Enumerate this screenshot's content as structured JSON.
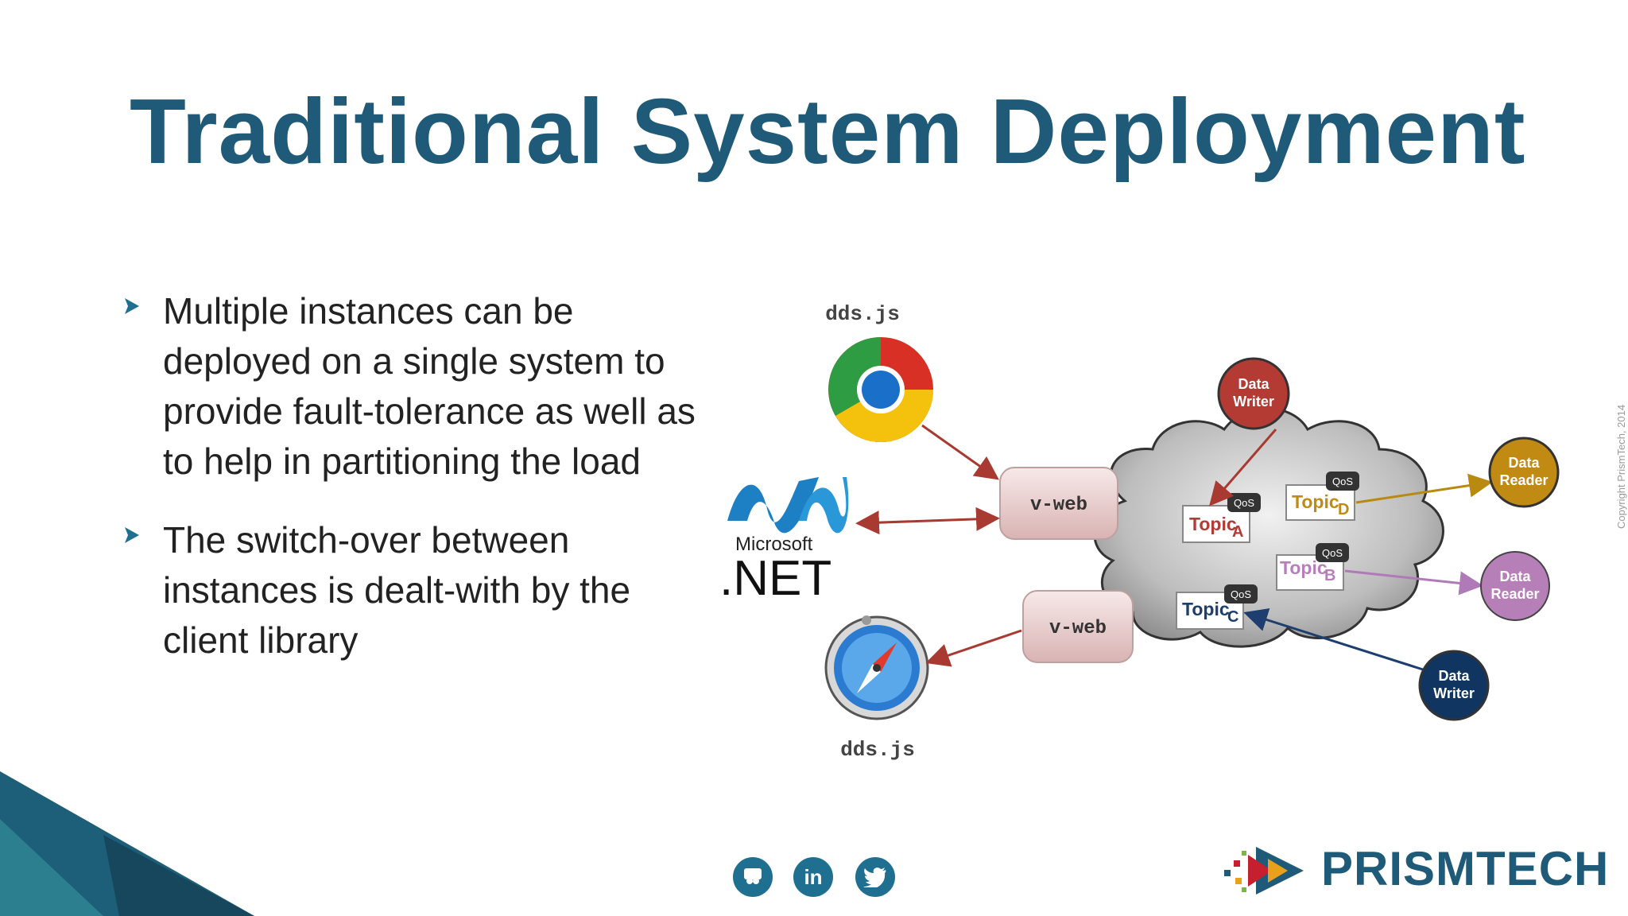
{
  "slide": {
    "title": "Traditional System Deployment",
    "copyright": "Copyright PrismTech, 2014"
  },
  "bullets": [
    {
      "text": "Multiple instances can be deployed on a single system to provide fault-tolerance as well as to help in partitioning the load"
    },
    {
      "text": "The switch-over between instances is dealt-with  by the client library"
    }
  ],
  "diagram": {
    "dds_top": "dds.js",
    "dds_bottom": "dds.js",
    "microsoft": "Microsoft",
    "net": ".NET",
    "vweb_top": "v-web",
    "vweb_bottom": "v-web",
    "writer_top": [
      "Data",
      "Writer"
    ],
    "writer_bottom": [
      "Data",
      "Writer"
    ],
    "reader_top": [
      "Data",
      "Reader"
    ],
    "reader_mid": [
      "Data",
      "Reader"
    ],
    "qos": "QoS",
    "topic": "Topic",
    "topic_a": "A",
    "topic_b": "B",
    "topic_c": "C",
    "topic_d": "D"
  },
  "footer": {
    "brand": "PRISMTECH",
    "social_icons": [
      "slideshare-icon",
      "linkedin-icon",
      "twitter-icon"
    ],
    "linkedin_label": "in"
  },
  "colors": {
    "title": "#1f5b78",
    "arrow_red": "#a83a32",
    "arrow_gold": "#b88a10",
    "arrow_purple": "#b07ab8",
    "arrow_navy": "#1d3e6e",
    "writer_red": "#b43a34",
    "reader_gold": "#c18a12",
    "reader_purple": "#b77fb8",
    "writer_navy": "#0f3560"
  }
}
